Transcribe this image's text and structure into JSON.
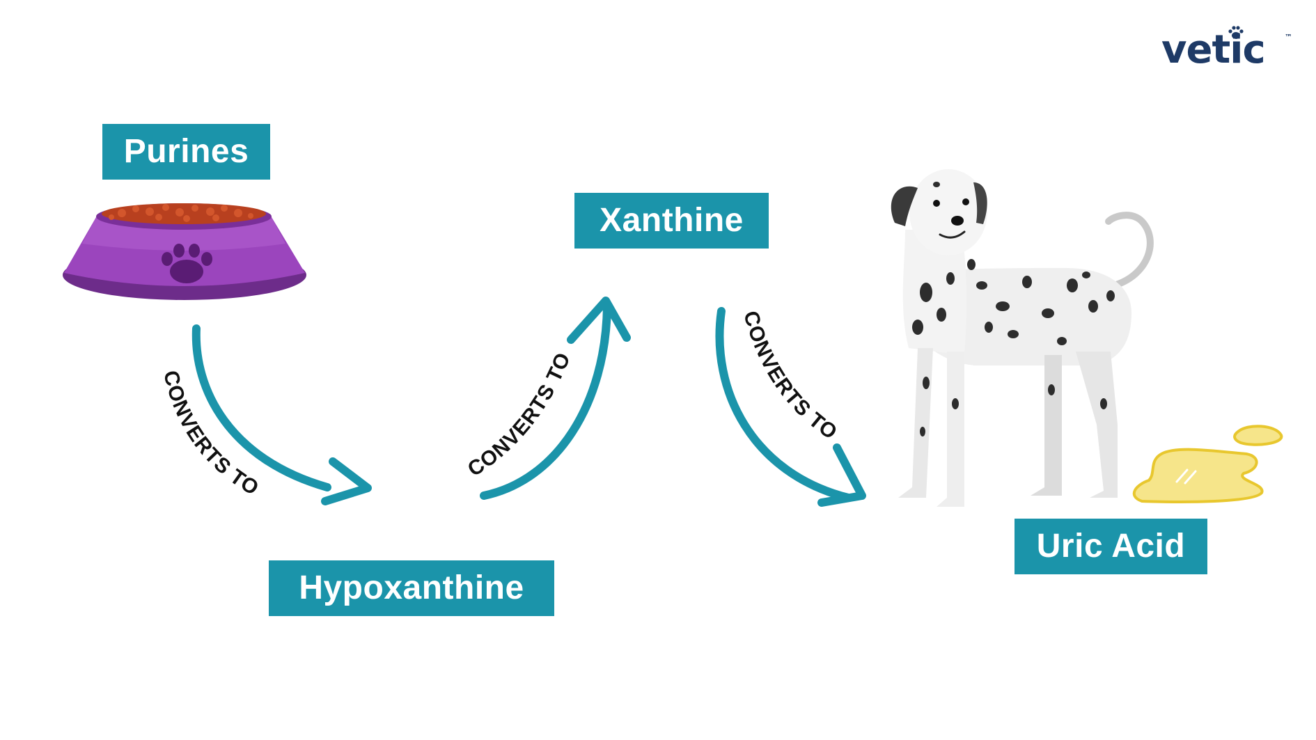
{
  "brand": {
    "logo_text": "vetic",
    "trademark": "™",
    "logo_color": "#1e3a66"
  },
  "accent_color": "#1b94aa",
  "nodes": {
    "purines": "Purines",
    "hypoxanthine": "Hypoxanthine",
    "xanthine": "Xanthine",
    "uric_acid": "Uric Acid"
  },
  "edges": [
    {
      "from": "purines",
      "to": "hypoxanthine",
      "label": "CONVERTS TO"
    },
    {
      "from": "hypoxanthine",
      "to": "xanthine",
      "label": "CONVERTS TO"
    },
    {
      "from": "xanthine",
      "to": "uric_acid",
      "label": "CONVERTS TO"
    }
  ],
  "illustrations": [
    "food-bowl-icon",
    "dalmatian-dog-icon",
    "urine-puddle-icon",
    "paw-icon"
  ]
}
